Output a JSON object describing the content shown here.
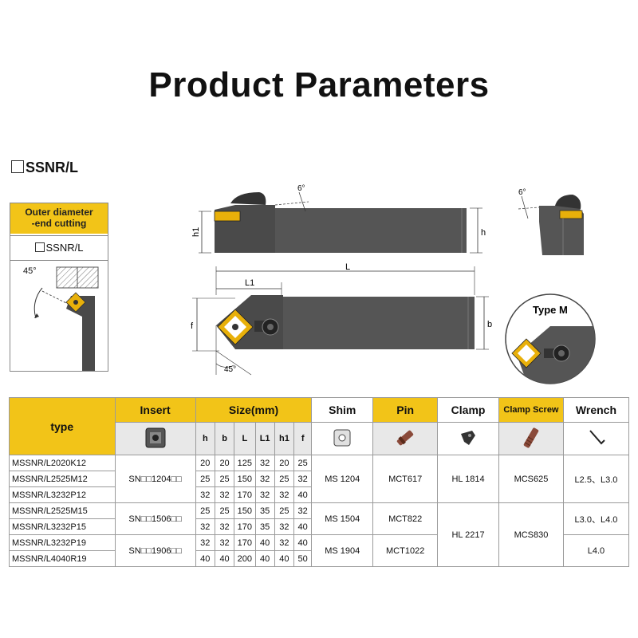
{
  "title": "Product Parameters",
  "section_model": "SSNR/L",
  "side_panel": {
    "header_line1": "Outer diameter",
    "header_line2": "-end cutting",
    "model": "SSNR/L",
    "angle": "45°"
  },
  "drawing": {
    "angle_top": "6°",
    "angle_side": "6°",
    "dim_h1": "h1",
    "dim_h": "h",
    "dim_L": "L",
    "dim_L1": "L1",
    "dim_f": "f",
    "dim_b": "b",
    "angle_bottom": "45°",
    "type_m": "Type M"
  },
  "table": {
    "headers": {
      "type": "type",
      "insert": "Insert",
      "size": "Size(mm)",
      "shim": "Shim",
      "pin": "Pin",
      "clamp": "Clamp",
      "clamp_screw": "Clamp Screw",
      "wrench": "Wrench"
    },
    "size_cols": [
      "h",
      "b",
      "L",
      "L1",
      "h1",
      "f"
    ],
    "rows": [
      {
        "model": "MSSNR/L2020K12",
        "sizes": [
          "20",
          "20",
          "125",
          "32",
          "20",
          "25"
        ]
      },
      {
        "model": "MSSNR/L2525M12",
        "sizes": [
          "25",
          "25",
          "150",
          "32",
          "25",
          "32"
        ]
      },
      {
        "model": "MSSNR/L3232P12",
        "sizes": [
          "32",
          "32",
          "170",
          "32",
          "32",
          "40"
        ]
      },
      {
        "model": "MSSNR/L2525M15",
        "sizes": [
          "25",
          "25",
          "150",
          "35",
          "25",
          "32"
        ]
      },
      {
        "model": "MSSNR/L3232P15",
        "sizes": [
          "32",
          "32",
          "170",
          "35",
          "32",
          "40"
        ]
      },
      {
        "model": "MSSNR/L3232P19",
        "sizes": [
          "32",
          "32",
          "170",
          "40",
          "32",
          "40"
        ]
      },
      {
        "model": "MSSNR/L4040R19",
        "sizes": [
          "40",
          "40",
          "200",
          "40",
          "40",
          "50"
        ]
      }
    ],
    "insert_groups": [
      "SN□□1204□□",
      "SN□□1506□□",
      "SN□□1906□□"
    ],
    "shim_groups": [
      "MS 1204",
      "MS 1504",
      "MS 1904"
    ],
    "pin_groups": [
      "MCT617",
      "MCT822",
      "MCT1022"
    ],
    "clamp_groups": [
      "HL 1814",
      "HL 2217"
    ],
    "clamp_screw_groups": [
      "MCS625",
      "MCS830"
    ],
    "wrench_groups": [
      "L2.5、L3.0",
      "L3.0、L4.0",
      "L4.0"
    ]
  },
  "colors": {
    "yellow": "#f2c418",
    "tool_body": "#4a4a4a",
    "insert_gold": "#e8b00a",
    "header_gray": "#e8e8e8"
  }
}
